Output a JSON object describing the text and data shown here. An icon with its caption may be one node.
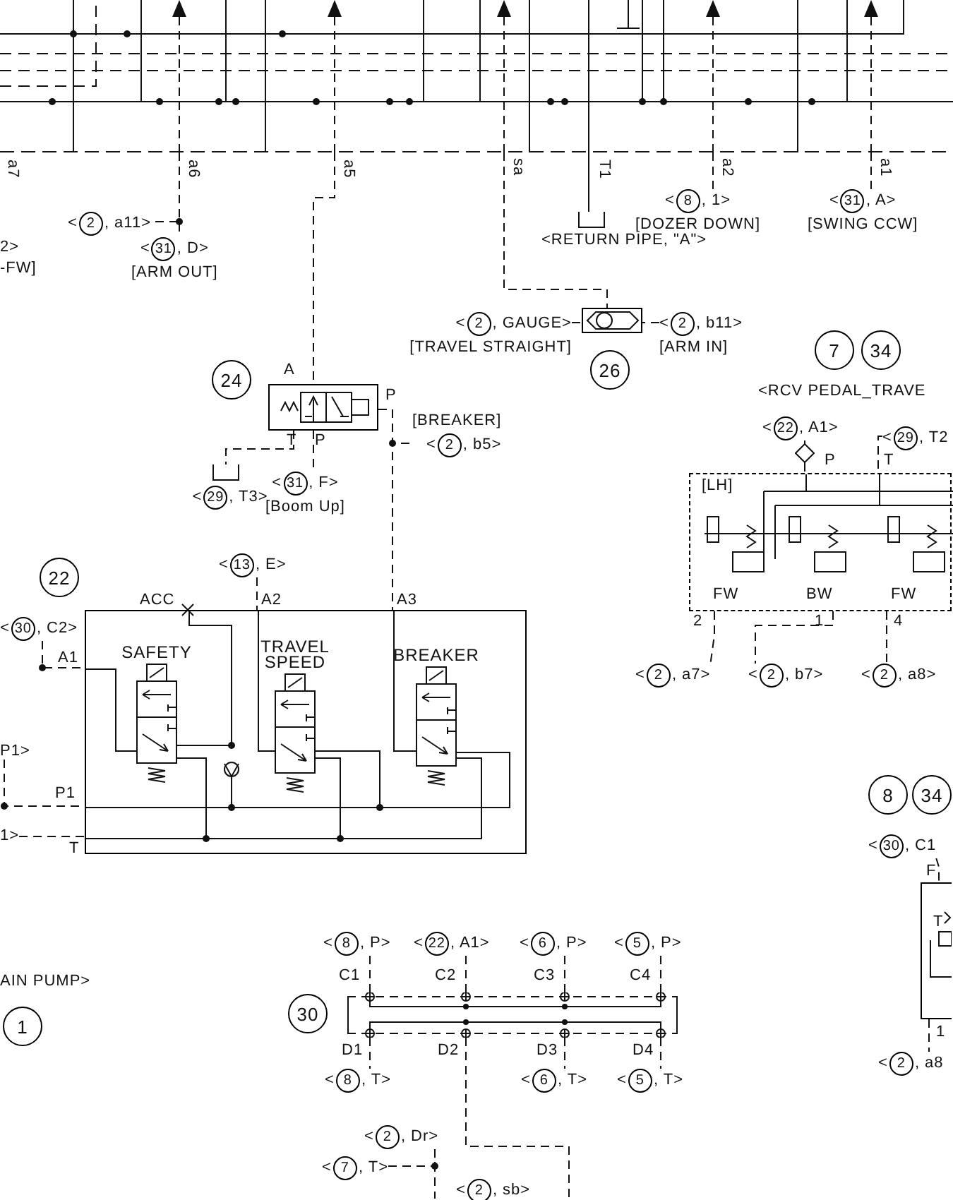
{
  "diagram": {
    "nodes": [
      {
        "text": [],
        "shape": "box",
        "beside": [
          "a7",
          "a6",
          "a5",
          "sa",
          "T1",
          "a2",
          "a1"
        ]
      },
      {
        "text": [
          "<",
          "2",
          ", a11>"
        ]
      },
      {
        "text": [
          "<",
          "31",
          ", D>"
        ],
        "beside": [
          "[ARM OUT]"
        ]
      },
      {
        "text": [
          "<",
          "8",
          ", 1>"
        ],
        "beside": [
          "[DOZER DOWN]"
        ]
      },
      {
        "text": [
          "<",
          "31",
          ", A>"
        ],
        "beside": [
          "[SWING CCW]"
        ]
      },
      {
        "text": [
          "<RETURN PIPE, \"A\">"
        ]
      },
      {
        "text": [
          "<",
          "2",
          ", GAUGE>"
        ],
        "beside": [
          "[TRAVEL STRAIGHT]"
        ]
      },
      {
        "text": [],
        "shape": "box"
      },
      {
        "text": [
          "<",
          "2",
          ", b11>"
        ],
        "beside": [
          "[ARM IN]"
        ]
      },
      {
        "text": [
          "7"
        ]
      },
      {
        "text": [
          "34"
        ]
      },
      {
        "text": [
          "26"
        ]
      },
      {
        "text": [
          "24"
        ]
      },
      {
        "text": [
          "A",
          "P",
          "T",
          "P"
        ]
      },
      {
        "text": [
          "<",
          "2",
          ", b5>"
        ],
        "beside": [
          "[BREAKER]"
        ]
      },
      {
        "text": [
          "<",
          "29",
          ", T3>"
        ]
      },
      {
        "text": [
          "<",
          "31",
          ", F>"
        ],
        "beside": [
          "[Boom Up]"
        ]
      },
      {
        "text": [
          "<",
          "22",
          ", A1>"
        ]
      },
      {
        "text": [
          "<",
          "29",
          ", T2"
        ]
      },
      {
        "text": [
          "[LH]",
          "P",
          "T",
          "FW",
          "BW",
          "FW",
          "2",
          "1",
          "4"
        ]
      },
      {
        "text": [
          "22"
        ]
      },
      {
        "text": [
          "<",
          "13",
          ", E>"
        ]
      },
      {
        "text": [
          "<",
          "30",
          ", C2>"
        ]
      },
      {
        "text": [
          "ACC",
          "A2",
          "A3",
          "A1",
          "P1",
          "T"
        ]
      },
      {
        "text": [
          "SAFETY"
        ],
        "in": 23
      },
      {
        "text": [
          "TRAVEL SPEED"
        ],
        "in": 23
      },
      {
        "text": [
          "BREAKER"
        ],
        "in": 23
      },
      {
        "text": [
          "<",
          "2",
          ", a7>"
        ]
      },
      {
        "text": [
          "<",
          "2",
          ", b7>"
        ]
      },
      {
        "text": [
          "<",
          "2",
          ", a8>"
        ]
      },
      {
        "text": [
          "P1>"
        ]
      },
      {
        "text": [
          "1>"
        ]
      },
      {
        "text": [
          "8"
        ]
      },
      {
        "text": [
          "34"
        ]
      },
      {
        "text": [
          "<",
          "30",
          ", C1"
        ]
      },
      {
        "text": [
          "F",
          "T",
          "1"
        ]
      },
      {
        "text": [
          "<",
          "2",
          ", a8"
        ]
      },
      {
        "text": [
          "1"
        ]
      },
      {
        "text": [
          "<",
          "8",
          ", P>"
        ]
      },
      {
        "text": [
          "<",
          "22",
          ", A1>"
        ]
      },
      {
        "text": [
          "<",
          "6",
          ", P>"
        ]
      },
      {
        "text": [
          "<",
          "5",
          ", P>"
        ]
      },
      {
        "text": [
          "30"
        ]
      },
      {
        "text": [
          "C1",
          "C2",
          "C3",
          "C4",
          "D1",
          "D2",
          "D3",
          "D4"
        ]
      },
      {
        "text": [
          "<",
          "8",
          ", T>"
        ]
      },
      {
        "text": [
          "<",
          "6",
          ", T>"
        ]
      },
      {
        "text": [
          "<",
          "5",
          ", T>"
        ]
      },
      {
        "text": [
          "<",
          "2",
          ", Dr>"
        ]
      },
      {
        "text": [
          "<",
          "7",
          ", T>"
        ]
      },
      {
        "text": [
          "<",
          "2",
          ", sb>"
        ]
      },
      {
        "text": [],
        "shape": "diamond"
      }
    ],
    "edges": [
      {
        "from": 0,
        "to": 1,
        "arrow": "none",
        "style": "dashed"
      },
      {
        "from": 0,
        "to": 2,
        "arrow": "none",
        "style": "dashed"
      },
      {
        "from": 0,
        "to": 13,
        "arrow": "none",
        "style": "dashed"
      },
      {
        "from": 0,
        "to": 7,
        "arrow": "none",
        "style": "dashed"
      },
      {
        "from": 0,
        "to": 5,
        "arrow": "none"
      },
      {
        "from": 0,
        "to": 3,
        "arrow": "none",
        "style": "dashed"
      },
      {
        "from": 0,
        "to": 4,
        "arrow": "none",
        "style": "dashed"
      },
      {
        "from": 6,
        "to": 7,
        "arrow": "none",
        "style": "dashed"
      },
      {
        "from": 8,
        "to": 7,
        "arrow": "none",
        "style": "dashed"
      },
      {
        "from": 13,
        "to": 14,
        "arrow": "none",
        "style": "dashed"
      },
      {
        "from": 13,
        "to": 23,
        "arrow": "none",
        "style": "dashed"
      },
      {
        "from": 13,
        "to": 15,
        "arrow": "none",
        "style": "dashed"
      },
      {
        "from": 13,
        "to": 16,
        "arrow": "none",
        "style": "dashed"
      },
      {
        "from": 17,
        "to": 50,
        "arrow": "none",
        "style": "dashed"
      },
      {
        "from": 18,
        "to": 19,
        "arrow": "none",
        "style": "dashed"
      },
      {
        "from": 19,
        "to": 27,
        "arrow": "none",
        "style": "dashed"
      },
      {
        "from": 19,
        "to": 28,
        "arrow": "none",
        "style": "dashed"
      },
      {
        "from": 19,
        "to": 29,
        "arrow": "none",
        "style": "dashed"
      },
      {
        "from": 21,
        "to": 23,
        "arrow": "none",
        "style": "dashed"
      },
      {
        "from": 22,
        "to": 23,
        "arrow": "none",
        "style": "dashed"
      },
      {
        "from": 30,
        "to": 23,
        "arrow": "none",
        "style": "dashed"
      },
      {
        "from": 31,
        "to": 23,
        "arrow": "none",
        "style": "dashed"
      },
      {
        "from": 34,
        "to": 35,
        "arrow": "none",
        "style": "dashed"
      },
      {
        "from": 35,
        "to": 36,
        "arrow": "none",
        "style": "dashed"
      },
      {
        "from": 38,
        "to": 43,
        "arrow": "none",
        "style": "dashed"
      },
      {
        "from": 39,
        "to": 43,
        "arrow": "none",
        "style": "dashed"
      },
      {
        "from": 40,
        "to": 43,
        "arrow": "none",
        "style": "dashed"
      },
      {
        "from": 41,
        "to": 43,
        "arrow": "none",
        "style": "dashed"
      },
      {
        "from": 43,
        "to": 44,
        "arrow": "none",
        "style": "dashed"
      },
      {
        "from": 43,
        "to": 45,
        "arrow": "none",
        "style": "dashed"
      },
      {
        "from": 43,
        "to": 46,
        "arrow": "none",
        "style": "dashed"
      },
      {
        "from": 43,
        "to": null,
        "arrow": "none",
        "style": "dashed"
      },
      {
        "from": 47,
        "to": null,
        "arrow": "none",
        "style": "dashed"
      },
      {
        "from": 48,
        "to": 47,
        "arrow": "none",
        "style": "dashed"
      },
      {
        "from": 50,
        "to": 19,
        "arrow": "none",
        "style": "dashed"
      }
    ],
    "labels": [
      "2>",
      "-FW]",
      "<RCV PEDAL_TRAVE",
      "AIN PUMP>"
    ]
  }
}
